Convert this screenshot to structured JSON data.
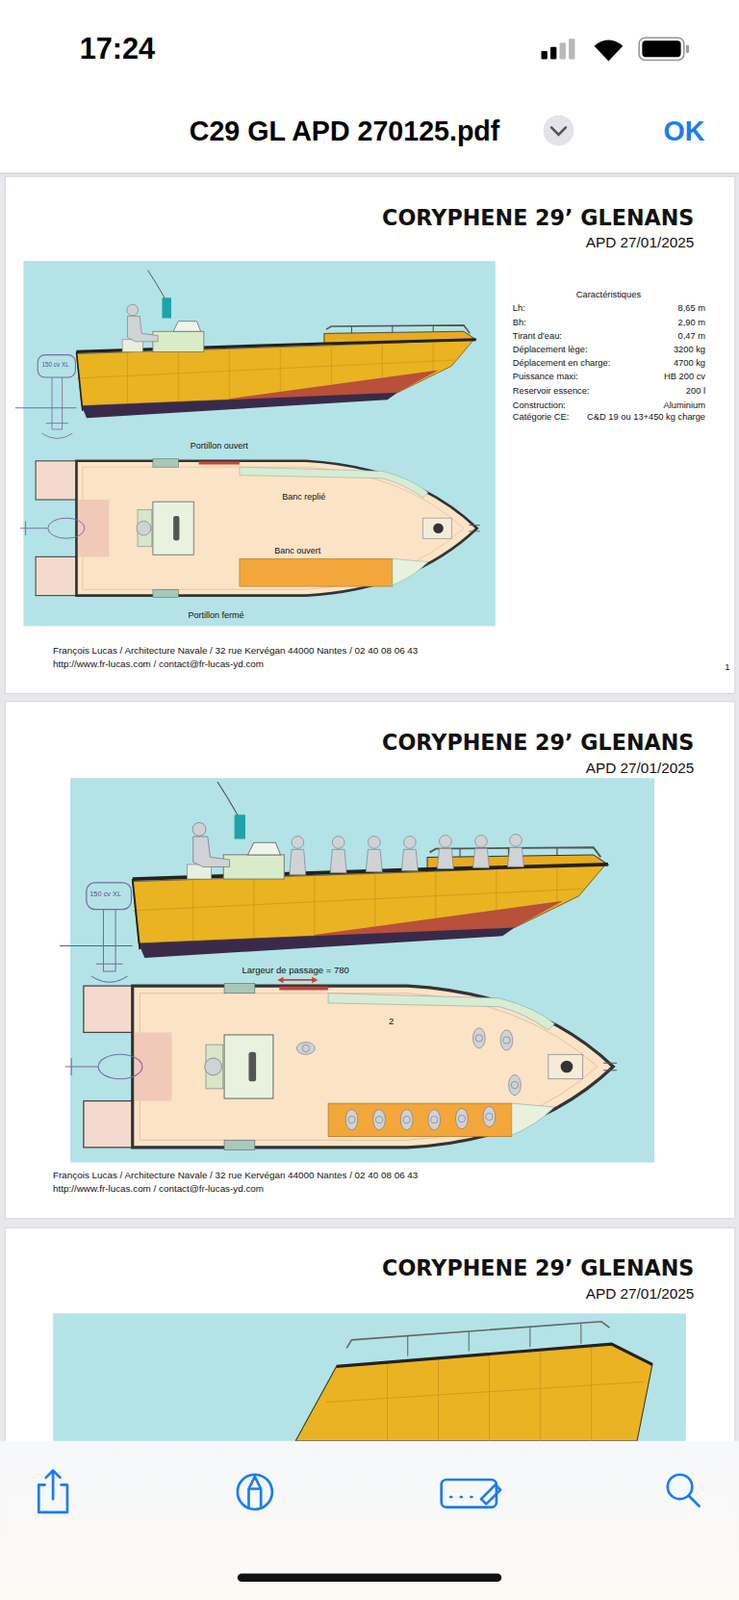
{
  "diagram": {
    "title": "C29 GL APD 270125.pdf",
    "labels": [
      "17:24",
      "OK",
      "CORYPHENE 29’ GLENANS",
      "APD 27/01/2025",
      "Caractéristiques",
      "Lh:",
      "8,65 m",
      "Bh:",
      "2,90 m",
      "Tirant d'eau:",
      "0,47 m",
      "Déplacement lège:",
      "3200 kg",
      "Déplacement en charge:",
      "4700 kg",
      "Puissance maxi:",
      "HB 200 cv",
      "Reservoir essence:",
      "200 l",
      "Construction:",
      "Aluminium",
      "Catégorie CE:",
      "C&D 19 ou 13+450 kg charge",
      "150 cv XL",
      "Portillon ouvert",
      "Banc replié",
      "Banc ouvert",
      "Portillon fermé",
      "François Lucas / Architecture Navale / 32 rue Kervégan 44000 Nantes / 02 40 08 06 43",
      "http://www.fr-lucas.com / contact@fr-lucas-yd.com",
      "1",
      "CORYPHENE 29’ GLENANS",
      "APD 27/01/2025",
      "150 cv XL",
      "Largeur de passage = 780",
      "2",
      "François Lucas / Architecture Navale / 32 rue Kervégan 44000 Nantes / 02 40 08 06 43",
      "http://www.fr-lucas.com / contact@fr-lucas-yd.com",
      "CORYPHENE 29’ GLENANS",
      "APD 27/01/2025"
    ]
  }
}
